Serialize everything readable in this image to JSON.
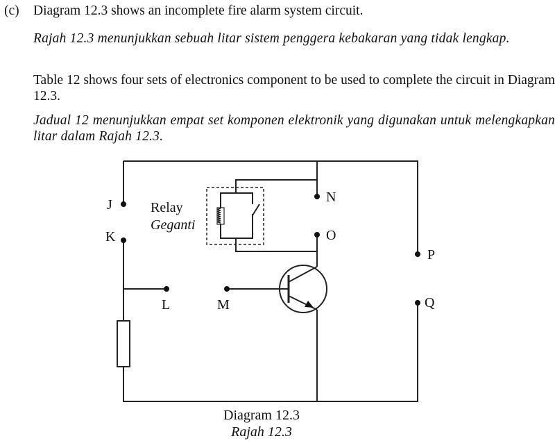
{
  "question": {
    "label": "(c)",
    "line_en_1": "Diagram 12.3 shows an incomplete fire alarm system circuit.",
    "line_ms_1": "Rajah 12.3 menunjukkan sebuah litar sistem penggera kebakaran yang tidak lengkap.",
    "line_en_2": "Table 12 shows four sets of electronics component to be used to complete the circuit in Diagram 12.3.",
    "line_ms_2": "Jadual 12 menunjukkan empat set komponen elektronik yang digunakan untuk melengkapkan litar dalam Rajah 12.3."
  },
  "diagram": {
    "terminals": {
      "J": "J",
      "K": "K",
      "L": "L",
      "M": "M",
      "N": "N",
      "O": "O",
      "P": "P",
      "Q": "Q"
    },
    "relay_label_en": "Relay",
    "relay_label_ms": "Geganti",
    "caption_en": "Diagram 12.3",
    "caption_ms": "Rajah 12.3"
  }
}
